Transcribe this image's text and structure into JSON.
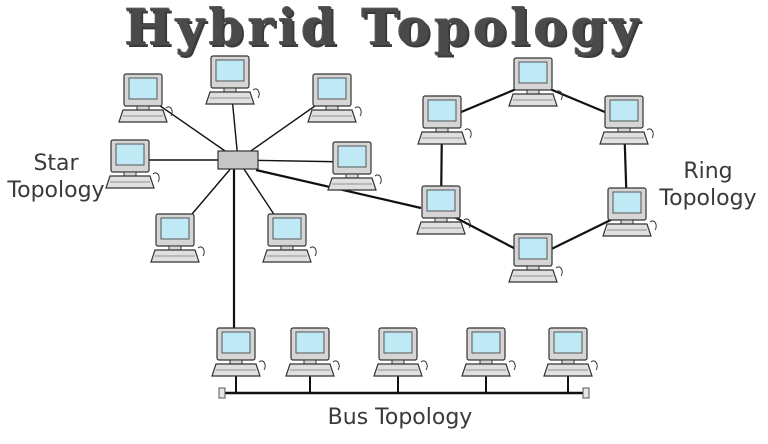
{
  "title": "Hybrid Topology",
  "labels": {
    "star": "Star\nTopology",
    "ring": "Ring\nTopology",
    "bus": "Bus Topology"
  },
  "colors": {
    "line": "#111111",
    "screen": "#bfe9f5",
    "computer_body": "#d6d6d6",
    "hub": "#c7c7c7"
  },
  "computer_icon": "desktop-computer-icon",
  "hub_icon": "hub-icon"
}
